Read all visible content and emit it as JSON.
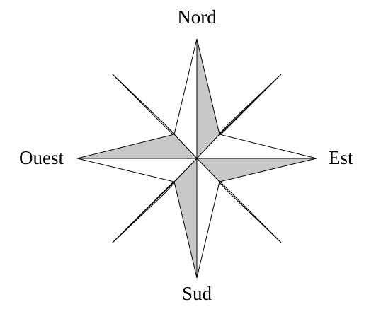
{
  "labels": {
    "north": "Nord",
    "south": "Sud",
    "east": "Est",
    "west": "Ouest"
  },
  "colors": {
    "cardinal_shade": "#c8c8c8",
    "diagonal_shade": "#e6e6e6",
    "light_face": "#ffffff",
    "stroke": "#000000",
    "text": "#000000"
  }
}
